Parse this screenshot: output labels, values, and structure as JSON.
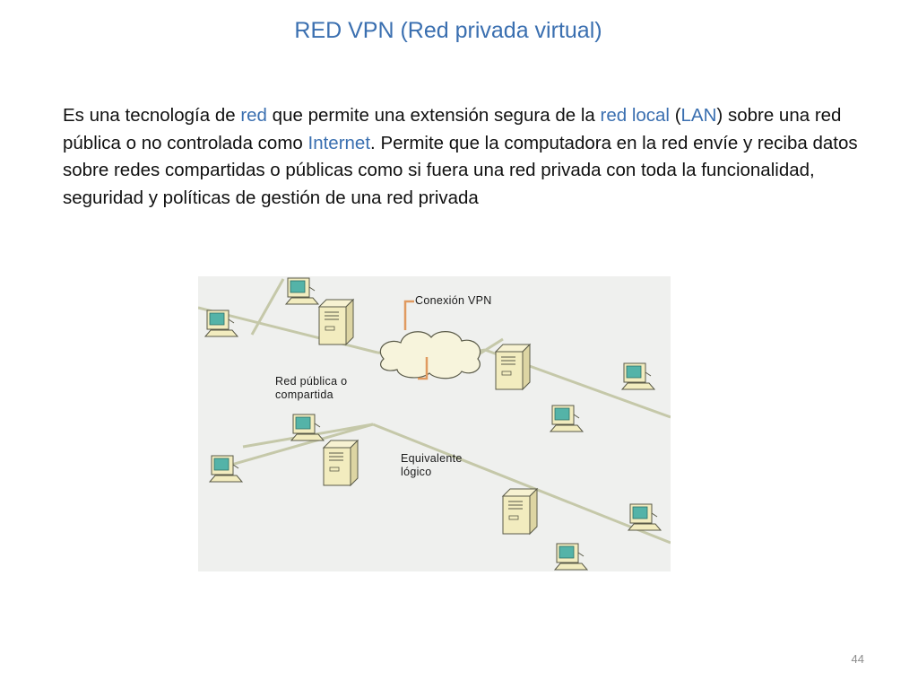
{
  "slide": {
    "title": "RED VPN (Red privada virtual)",
    "page_number": "44"
  },
  "body": {
    "s1": "Es una tecnología de ",
    "l1": "red",
    "s2": " que permite una extensión segura de la ",
    "l2": "red local",
    "s3": " (",
    "l3": "LAN",
    "s4": ") sobre una red pública o no controlada como ",
    "l4": "Internet",
    "s5": ". Permite que la computadora en la red envíe y reciba datos sobre redes compartidas o públicas como si fuera una red privada con toda la funcionalidad, seguridad y políticas de gestión de una red privada"
  },
  "diagram": {
    "label_vpn": "Conexión VPN",
    "label_public_1": "Red pública o",
    "label_public_2": "compartida",
    "label_logical_1": "Equivalente",
    "label_logical_2": "lógico",
    "colors": {
      "background": "#eff0ee",
      "cable": "#c5c8a9",
      "device_fill": "#f2ecbf",
      "device_stroke": "#5a5a48",
      "screen": "#54b3a8",
      "bracket": "#e09a60",
      "cloud_fill": "#f7f4dc"
    }
  }
}
